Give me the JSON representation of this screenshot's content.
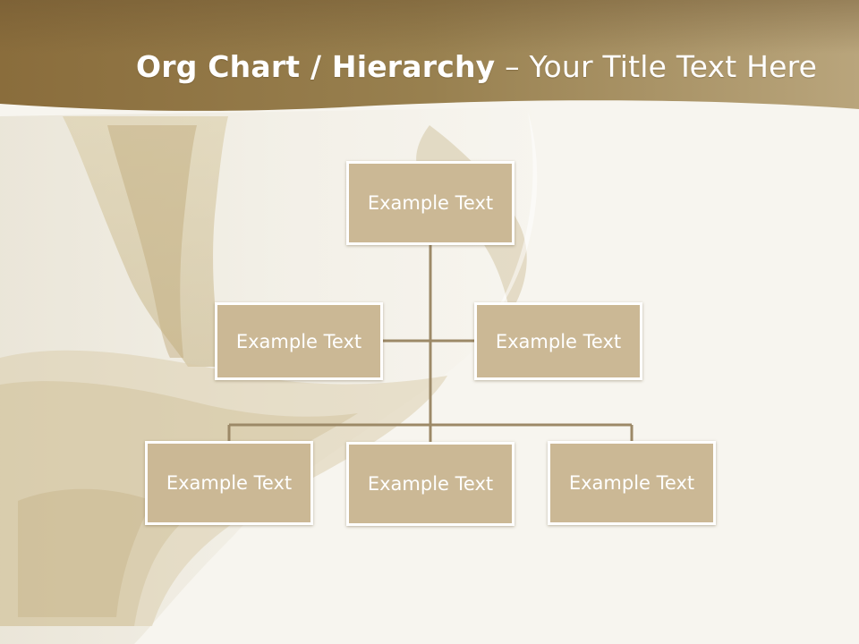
{
  "slide": {
    "title_bold": "Org Chart / Hierarchy",
    "title_separator": "–",
    "title_rest": "Your Title Text Here"
  },
  "org_chart": {
    "root": {
      "label": "Example Text"
    },
    "assistants": [
      {
        "label": "Example Text"
      },
      {
        "label": "Example Text"
      }
    ],
    "children": [
      {
        "label": "Example Text"
      },
      {
        "label": "Example Text"
      },
      {
        "label": "Example Text"
      }
    ]
  },
  "colors": {
    "header_band": "#8f7545",
    "header_band_light": "#b9a57c",
    "node_fill": "#cbb895",
    "node_border": "#ffffff",
    "connector": "#9c8967",
    "background": "#f7f5ef"
  }
}
